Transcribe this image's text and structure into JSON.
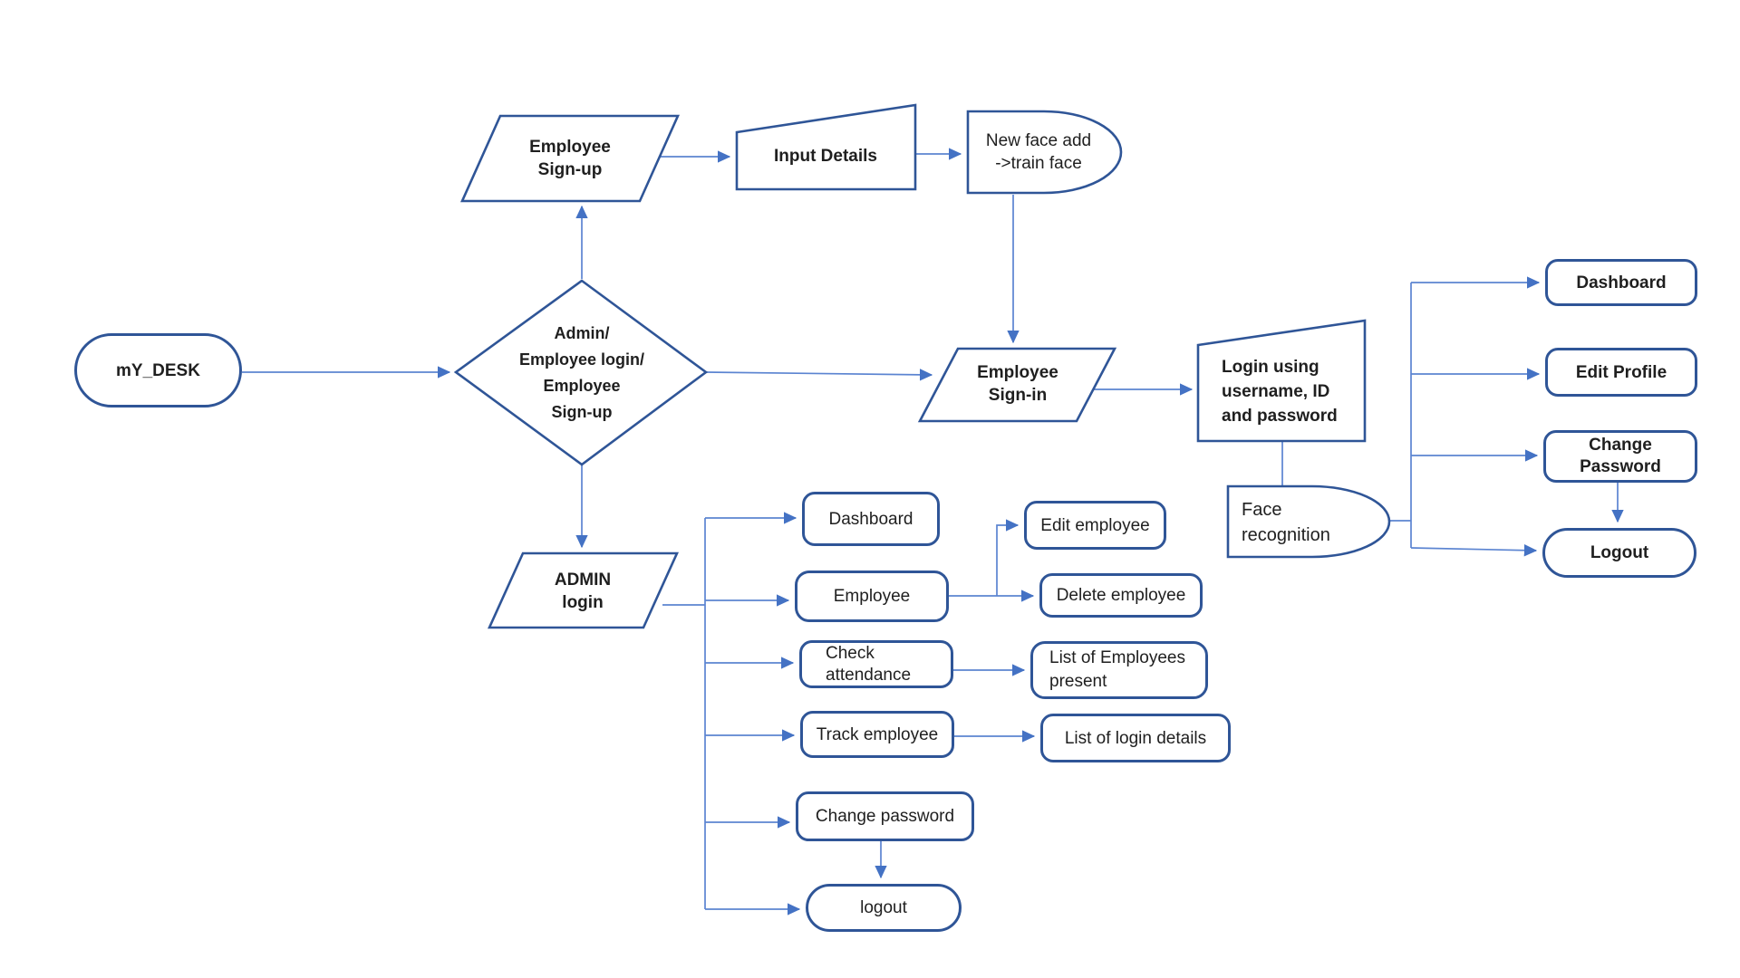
{
  "diagram": {
    "colors": {
      "shape_border": "#2F5597",
      "connector": "#5B84D1",
      "arrowhead": "#4472C4",
      "text": "#1F1F1F",
      "background": "#FFFFFF"
    },
    "nodes": {
      "my_desk": "mY_DESK",
      "decision": "Admin/\nEmployee login/\nEmployee\nSign-up",
      "employee_signup": "Employee\nSign-up",
      "input_details": "Input Details",
      "new_face": "New face add\n->train face",
      "employee_signin": "Employee\nSign-in",
      "login_credentials": "Login using\nusername, ID\nand password",
      "face_recognition": "Face\nrecognition",
      "dashboard": "Dashboard",
      "edit_profile": "Edit Profile",
      "change_password": "Change\nPassword",
      "logout": "Logout",
      "admin_login": "ADMIN\nlogin",
      "admin_dashboard": "Dashboard",
      "admin_employee": "Employee",
      "check_attendance": "Check\nattendance",
      "track_employee": "Track employee",
      "admin_change_password": "Change password",
      "admin_logout": "logout",
      "edit_employee": "Edit employee",
      "delete_employee": "Delete employee",
      "list_employees_present": "List of Employees\npresent",
      "list_login_details": "List of login details"
    },
    "edges": [
      {
        "from": "my_desk",
        "to": "decision"
      },
      {
        "from": "decision",
        "to": "employee_signup"
      },
      {
        "from": "employee_signup",
        "to": "input_details"
      },
      {
        "from": "input_details",
        "to": "new_face"
      },
      {
        "from": "new_face",
        "to": "employee_signin"
      },
      {
        "from": "decision",
        "to": "employee_signin"
      },
      {
        "from": "employee_signin",
        "to": "login_credentials"
      },
      {
        "from": "login_credentials",
        "to": "face_recognition"
      },
      {
        "from": "face_recognition",
        "to": "dashboard"
      },
      {
        "from": "face_recognition",
        "to": "edit_profile"
      },
      {
        "from": "face_recognition",
        "to": "change_password"
      },
      {
        "from": "face_recognition",
        "to": "logout"
      },
      {
        "from": "change_password",
        "to": "logout"
      },
      {
        "from": "decision",
        "to": "admin_login"
      },
      {
        "from": "admin_login",
        "to": "admin_dashboard"
      },
      {
        "from": "admin_login",
        "to": "admin_employee"
      },
      {
        "from": "admin_login",
        "to": "check_attendance"
      },
      {
        "from": "admin_login",
        "to": "track_employee"
      },
      {
        "from": "admin_login",
        "to": "admin_change_password"
      },
      {
        "from": "admin_login",
        "to": "admin_logout"
      },
      {
        "from": "admin_employee",
        "to": "edit_employee"
      },
      {
        "from": "admin_employee",
        "to": "delete_employee"
      },
      {
        "from": "check_attendance",
        "to": "list_employees_present"
      },
      {
        "from": "track_employee",
        "to": "list_login_details"
      },
      {
        "from": "admin_change_password",
        "to": "admin_logout"
      }
    ]
  }
}
